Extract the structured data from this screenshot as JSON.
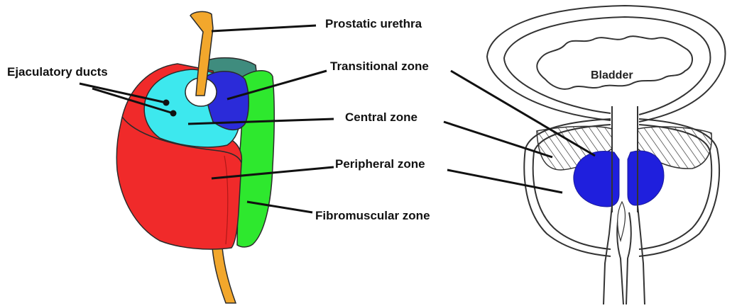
{
  "colors": {
    "peripheral": "#f02a2a",
    "peripheral_dark": "#c81a1a",
    "central": "#3de8ee",
    "transitional": "#2b2bd9",
    "fibromuscular": "#2ee82e",
    "back_top": "#3f8c7e",
    "urethra": "#f2a72c",
    "outline": "#2b2b2b",
    "zone_blue": "#1f1fdd",
    "hatch": "#333333"
  },
  "labels": {
    "prostatic_urethra": "Prostatic urethra",
    "ejaculatory_ducts": "Ejaculatory ducts",
    "transitional_zone": "Transitional zone",
    "central_zone": "Central zone",
    "peripheral_zone": "Peripheral zone",
    "fibromuscular_zone": "Fibromuscular zone"
  },
  "right_diagram": {
    "bladder_label": "Bladder"
  }
}
